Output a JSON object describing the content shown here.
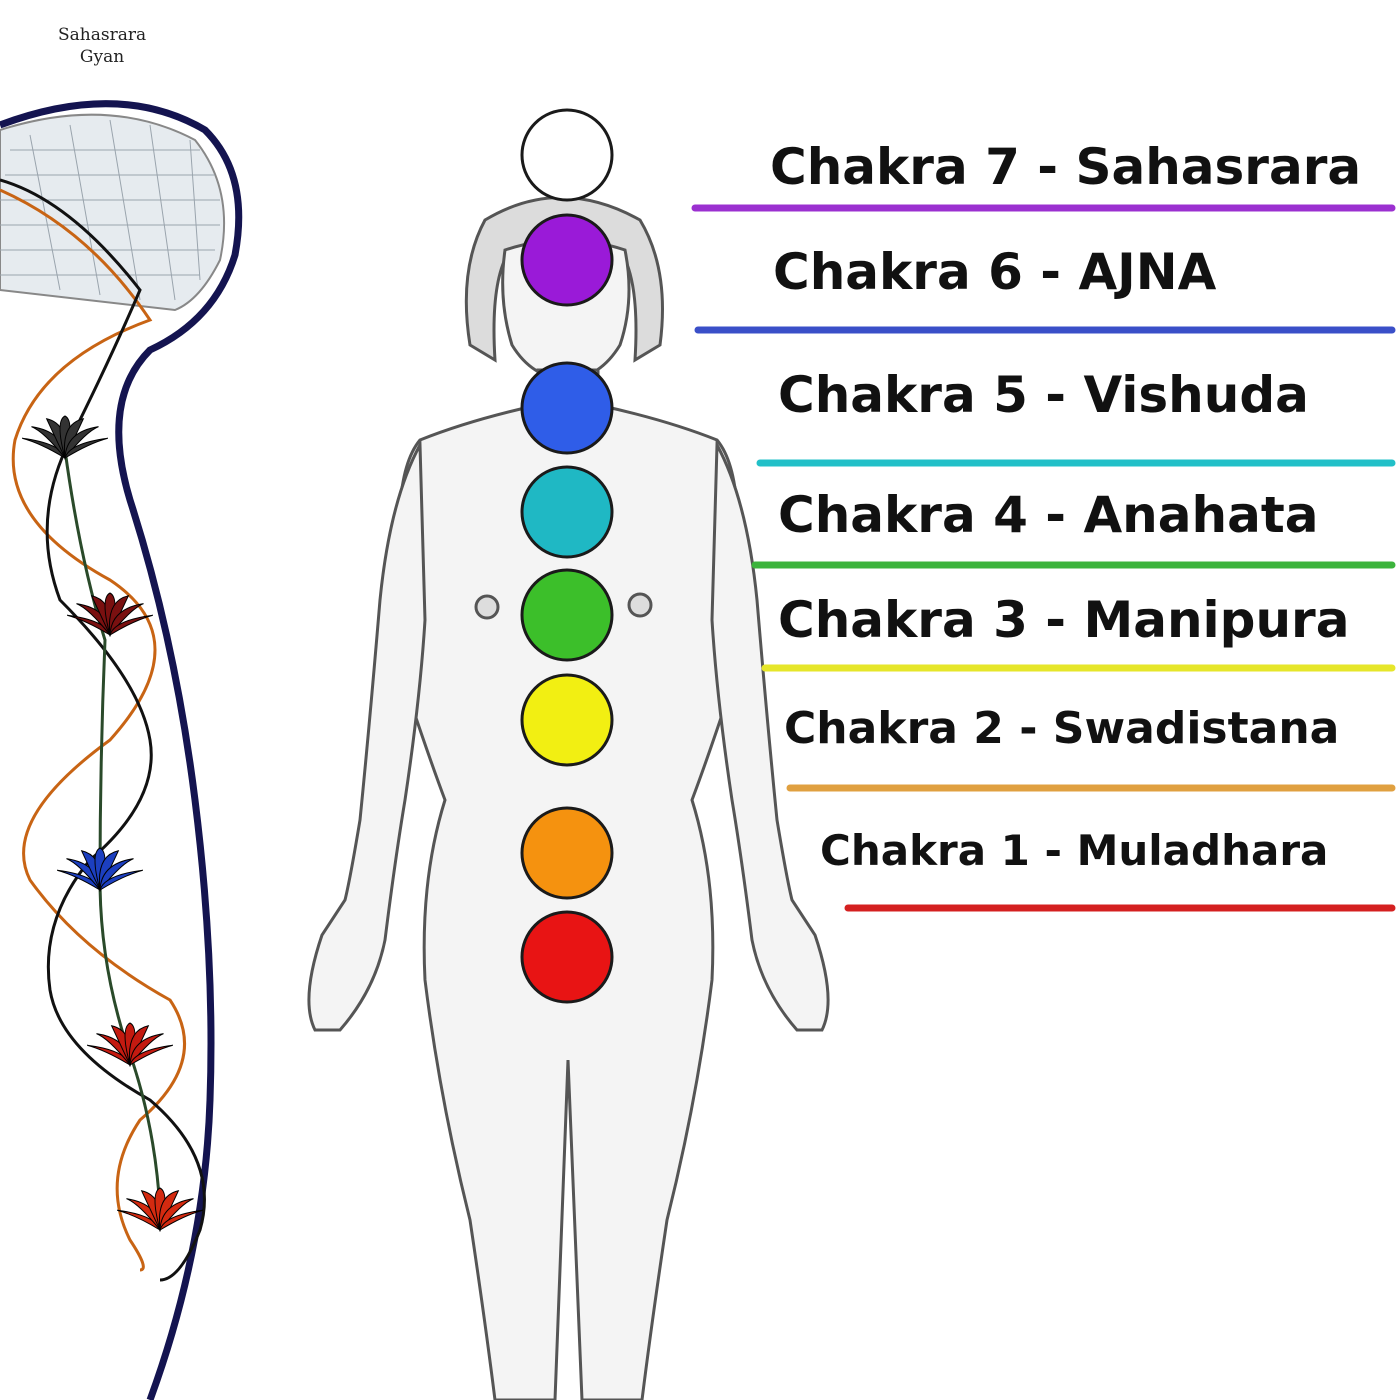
{
  "corner_caption": {
    "line1": "Sahasrara",
    "line2": "Gyan"
  },
  "chakras": [
    {
      "label": "Chakra 7 - Sahasrara",
      "color": "#ffffff",
      "line_color": "#9b30d0"
    },
    {
      "label": "Chakra 6 - AJNA",
      "color": "#9a1ad8",
      "line_color": "#3a4fc8"
    },
    {
      "label": "Chakra 5 - Vishuda",
      "color": "#2f5de8",
      "line_color": "#22c0c8"
    },
    {
      "label": "Chakra 4 - Anahata",
      "color": "#1fb8c4",
      "line_color": "#3cb33c"
    },
    {
      "label": "Chakra 3 - Manipura",
      "color": "#3cbf2a",
      "line_color": "#e6e62a"
    },
    {
      "label": "Chakra 2 - Swadistana",
      "color": "#f2ef12",
      "line_color": "#e0a040"
    },
    {
      "label": "Chakra 1 - Muladhara",
      "color": "#f5920f",
      "line_color": "#d42020"
    }
  ],
  "root_chakra": {
    "color": "#e81414"
  },
  "lotus_colors": [
    "#333333",
    "#7a1010",
    "#1c3fc0",
    "#c41a10",
    "#d42a10"
  ],
  "channel_colors": {
    "sushumna": "#141450",
    "ida": "#c86414",
    "pingala": "#111111"
  }
}
